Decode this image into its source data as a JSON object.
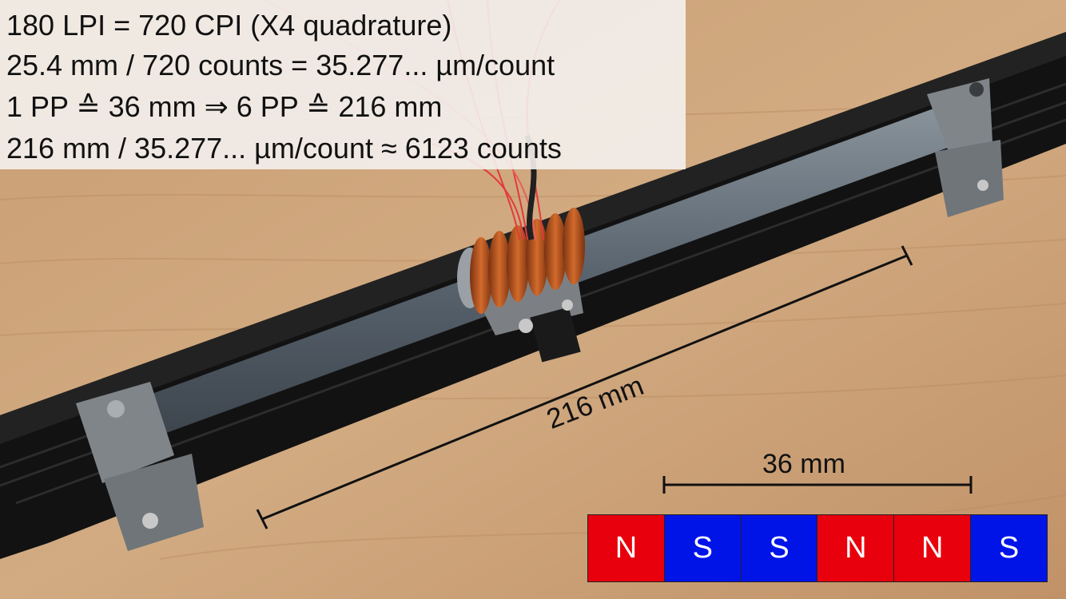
{
  "calculation": {
    "lines": [
      "180 LPI = 720 CPI (X4 quadrature)",
      "25.4 mm / 720 counts = 35.277... µm/count",
      "1 PP ≙ 36 mm ⇒ 6 PP ≙ 216 mm",
      "216 mm / 35.277... µm/count ≈ 6123 counts"
    ]
  },
  "dimensions": {
    "total_length": "216 mm",
    "pole_pair_pitch": "36 mm"
  },
  "magnets": [
    {
      "label": "N",
      "color": "#e8000c"
    },
    {
      "label": "S",
      "color": "#0014e8"
    },
    {
      "label": "S",
      "color": "#0014e8"
    },
    {
      "label": "N",
      "color": "#e8000c"
    },
    {
      "label": "N",
      "color": "#e8000c"
    },
    {
      "label": "S",
      "color": "#0014e8"
    }
  ],
  "colors": {
    "wood": "#caa278",
    "rail": "#141414",
    "rod": "#5f6a74",
    "bracket": "#7c8084",
    "copper": "#b0501e",
    "wire": "#e23a3a"
  }
}
